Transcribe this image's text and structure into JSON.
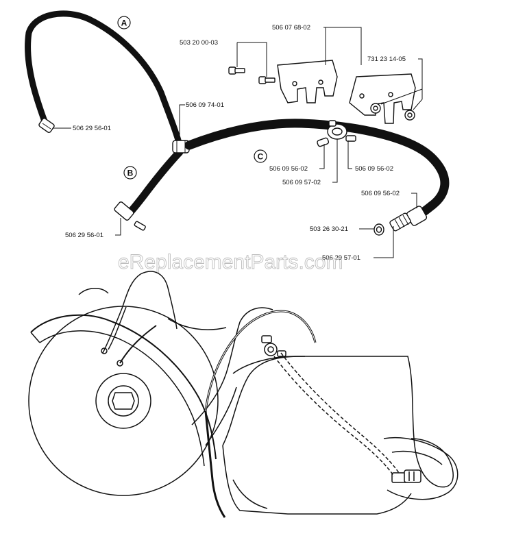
{
  "callouts": {
    "a": "A",
    "b": "B",
    "c": "C"
  },
  "parts": {
    "p1": "506 07 68-02",
    "p2": "503 20 00-03",
    "p3": "731 23 14-05",
    "p4": "506 09 74-01",
    "p5": "506 29 56-01",
    "p6": "506 09 56-02",
    "p7": "506 09 56-02",
    "p8": "506 09 57-02",
    "p9": "506 09 56-02",
    "p10": "503 26 30-21",
    "p11": "506 29 57-01",
    "p12": "506 29 56-01"
  },
  "watermark": "eReplacementParts.com"
}
